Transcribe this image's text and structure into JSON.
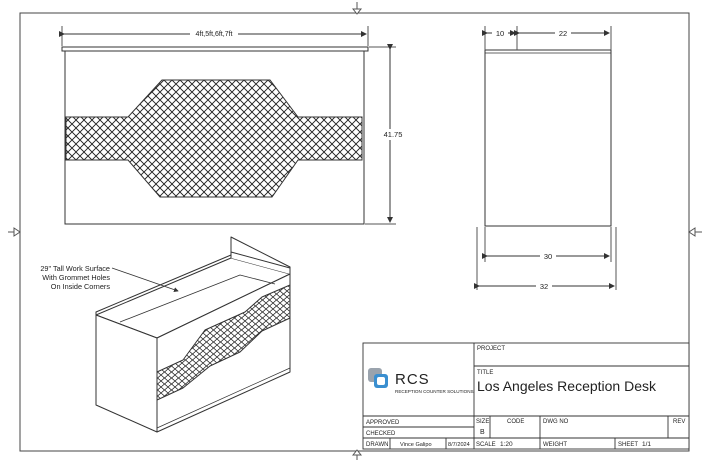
{
  "dimensions": {
    "front_width": "4ft,5ft,6ft,7ft",
    "front_height": "41.75",
    "side_top_left": "10",
    "side_top_right": "22",
    "side_bottom_inner": "30",
    "side_bottom_outer": "32"
  },
  "callout": {
    "line1": "29\" Tall Work Surface",
    "line2": "With Grommet Holes",
    "line3": "On Inside Corners"
  },
  "title_block": {
    "project_label": "PROJECT",
    "project_value": "",
    "title_label": "TITLE",
    "title_value": "Los Angeles Reception Desk",
    "logo_text": "RCS",
    "logo_tagline": "RECEPTION COUNTER SOLUTIONS",
    "approved_label": "APPROVED",
    "checked_label": "CHECKED",
    "drawn_label": "DRAWN",
    "drawn_by": "Vince Galipo",
    "drawn_date": "8/7/2024",
    "size_label": "SIZE",
    "size_value": "B",
    "code_label": "CODE",
    "dwg_label": "DWG NO",
    "rev_label": "REV",
    "scale_label": "SCALE",
    "scale_value": "1:20",
    "weight_label": "WEIGHT",
    "sheet_label": "SHEET",
    "sheet_value": "1/1"
  },
  "colors": {
    "line": "#333333",
    "logo_blue": "#3a8fd0",
    "logo_gray": "#9aa3ad"
  }
}
